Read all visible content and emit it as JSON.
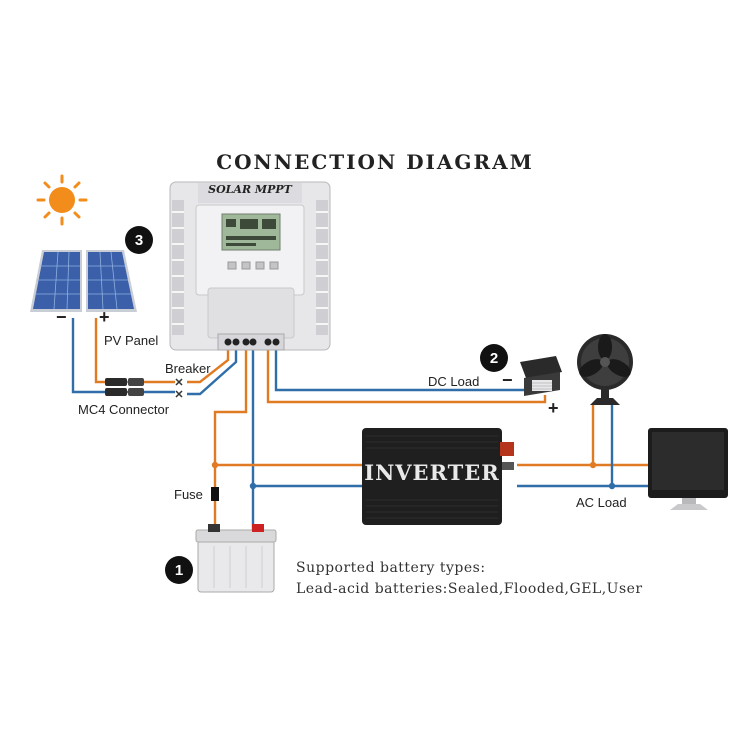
{
  "title": "CONNECTION DIAGRAM",
  "controller": {
    "brand": "SOLAR MPPT"
  },
  "inverter": {
    "label": "INVERTER"
  },
  "labels": {
    "pv_panel": "PV Panel",
    "breaker": "Breaker",
    "mc4_connector": "MC4 Connector",
    "dc_load": "DC Load",
    "fuse": "Fuse",
    "ac_load": "AC Load"
  },
  "badges": {
    "one": "1",
    "two": "2",
    "three": "3"
  },
  "signs": {
    "minus": "−",
    "plus": "+"
  },
  "battery_note": {
    "line1": "Supported battery types:",
    "line2": "Lead-acid batteries:Sealed,Flooded,GEL,User"
  },
  "colors": {
    "positive_wire": "#e07b24",
    "negative_wire": "#2f6ea8",
    "sun": "#f28c1a",
    "panel": "#3b5fa8",
    "inverter": "#1f1f1f"
  },
  "icons": [
    "sun-icon",
    "solar-panel-icon",
    "charge-controller-icon",
    "battery-icon",
    "inverter-icon",
    "solar-lamp-icon",
    "fan-icon",
    "monitor-icon",
    "fuse-icon"
  ]
}
